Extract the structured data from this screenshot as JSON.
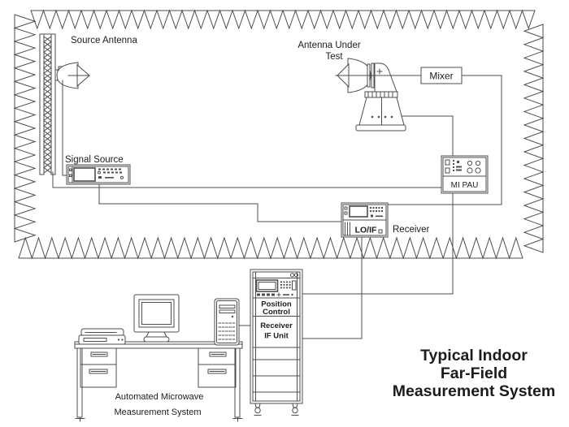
{
  "diagram_title": {
    "line1": "Typical Indoor",
    "line2": "Far-Field",
    "line3": "Measurement System"
  },
  "chamber": {
    "source_antenna_label": "Source Antenna",
    "antenna_under_test_label_line1": "Antenna Under",
    "antenna_under_test_label_line2": "Test",
    "signal_source_label": "Signal Source",
    "mixer_label": "Mixer",
    "mi_pau_label": "MI PAU",
    "lo_if_label": "LO/IF",
    "receiver_label": "Receiver"
  },
  "rack": {
    "position_control_line1": "Position",
    "position_control_line2": "Control",
    "receiver_if_line1": "Receiver",
    "receiver_if_line2": "IF Unit"
  },
  "workstation": {
    "caption_line1": "Automated Microwave",
    "caption_line2": "Measurement System"
  },
  "colors": {
    "line": "#4d4d4d",
    "text": "#1c1c1c",
    "background": "#ffffff"
  }
}
